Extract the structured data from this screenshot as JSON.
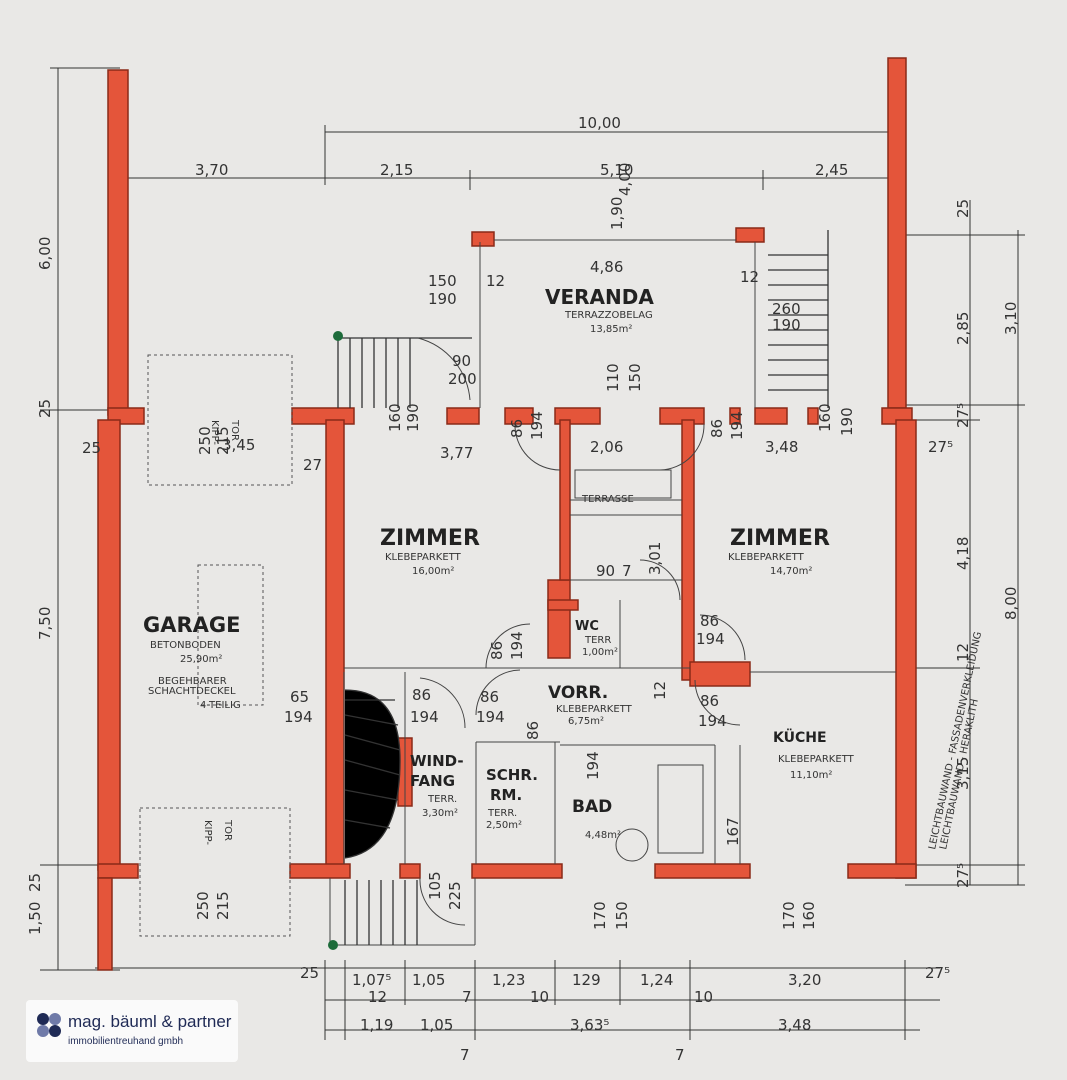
{
  "rooms": {
    "veranda": {
      "name": "VERANDA",
      "floor": "TERRAZZOBELAG",
      "area": "13,85m²",
      "width": "4,86"
    },
    "zimmer_left": {
      "name": "ZIMMER",
      "floor": "KLEBEPARKETT",
      "area": "16,00m²"
    },
    "zimmer_right": {
      "name": "ZIMMER",
      "floor": "KLEBEPARKETT",
      "area": "14,70m²"
    },
    "garage": {
      "name": "GARAGE",
      "floor": "BETONBODEN",
      "area": "25,90m²",
      "note1": "BEGEHBARER",
      "note2": "SCHACHTDECKEL",
      "note3": "4-TEILIG"
    },
    "terrasse": {
      "name": "TERRASSE"
    },
    "wc": {
      "name": "WC",
      "floor": "TERR",
      "area": "1,00m²"
    },
    "vorr": {
      "name": "VORR.",
      "floor": "KLEBEPARKETT",
      "area": "6,75m²"
    },
    "windfang_1": "WIND-",
    "windfang_2": "FANG",
    "windfang_floor": "TERR.",
    "windfang_area": "3,30m²",
    "schrm_1": "SCHR.",
    "schrm_2": "RM.",
    "schrm_floor": "TERR.",
    "schrm_area": "2,50m²",
    "bad": {
      "name": "BAD",
      "area": "4,48m²"
    },
    "kueche": {
      "name": "KÜCHE",
      "floor": "KLEBEPARKETT",
      "area": "11,10m²"
    },
    "kipptor_1": "KIPP-",
    "kipptor_2": "TOR",
    "side_note_1": "LEICHTBAUWAND - FASSADENVERKLEIDUNG",
    "side_note_2": "LEICHTBAUWAND - HERAKLITH"
  },
  "dims": {
    "top_total": "10,00",
    "top_left": "3,70",
    "top_a": "2,15",
    "top_b": "5,10",
    "top_c": "2,45",
    "ver_h1": "4,00",
    "ver_h2": "1,90",
    "ver_12a": "12",
    "ver_12b": "12",
    "door_150": "150",
    "door_190": "190",
    "door_260": "260",
    "door_190b": "190",
    "door_90": "90",
    "door_200": "200",
    "door_110": "110",
    "door_150b": "150",
    "row_160a": "160",
    "row_190a": "190",
    "row_86a": "86",
    "row_194a": "194",
    "row_86b": "86",
    "row_194b": "194",
    "row_160b": "160",
    "row_190b": "190",
    "inner_377": "3,77",
    "inner_206": "2,06",
    "inner_348": "3,48",
    "inner_345": "3,45",
    "w_250a": "250",
    "w_215a": "215",
    "w_25a": "25",
    "w_27a": "27",
    "w_27b": "27",
    "wc_90": "90",
    "wc_7": "7",
    "wc_301": "3,01",
    "d86_1": "86",
    "d194_1": "194",
    "d86_2": "86",
    "d194_2": "194",
    "d86_3": "86",
    "d194_3": "194",
    "d86_4": "86",
    "d194_4": "194",
    "d86_5": "86",
    "d194_5": "194",
    "d86_6": "86",
    "d194_6": "194",
    "gar_65": "65",
    "gar_194": "194",
    "bot_250": "250",
    "bot_215": "215",
    "bot_105": "105",
    "bot_225": "225",
    "bot_170a": "170",
    "bot_150a": "150",
    "bot_170b": "170",
    "bot_160": "160",
    "k_167": "167",
    "k_12": "12",
    "left_600": "6,00",
    "left_25": "25",
    "left_750": "7,50",
    "left_150": "1,50",
    "left_25b": "25",
    "right_25": "25",
    "right_285": "2,85",
    "right_310": "3,10",
    "right_275a": "27⁵",
    "right_418": "4,18",
    "right_800": "8,00",
    "right_12": "12",
    "right_315": "3,15",
    "right_275b": "27⁵",
    "right_275c": "27⁵",
    "b1_25": "25",
    "b1_107": "1,07⁵",
    "b1_105": "1,05",
    "b1_123": "1,23",
    "b1_129": "129",
    "b1_124": "1,24",
    "b1_320": "3,20",
    "b1_275": "27⁵",
    "b2_12": "12",
    "b2_7": "7",
    "b2_10a": "10",
    "b2_10b": "10",
    "b3_119": "1,19",
    "b3_105": "1,05",
    "b3_363": "3,63⁵",
    "b3_348": "3,48",
    "b4_7a": "7",
    "b4_7b": "7"
  },
  "logo": {
    "name": "mag. bäuml & partner",
    "tagline": "immobilientreuhand gmbh"
  },
  "colors": {
    "wall": "#e4553a",
    "paper": "#e9e8e6",
    "ink": "#333333",
    "logo_blue": "#1f2a55"
  }
}
